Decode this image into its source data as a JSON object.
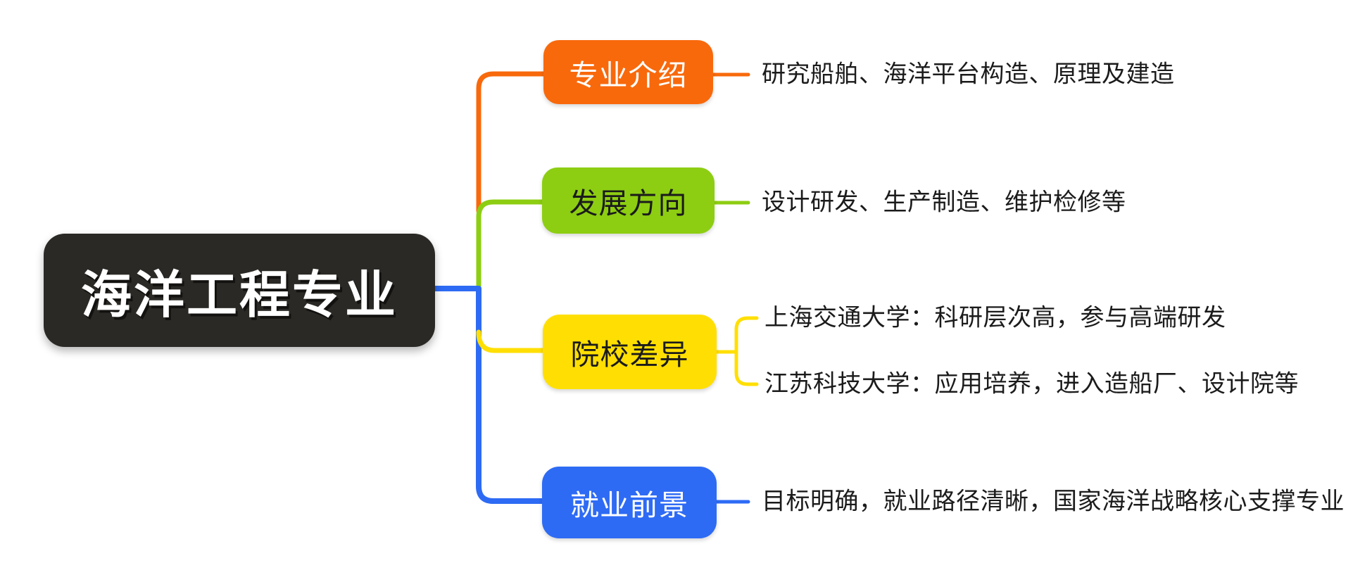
{
  "diagram": {
    "type": "mind-map",
    "root": {
      "label": "海洋工程专业"
    },
    "branches": [
      {
        "label": "专业介绍",
        "color_name": "orange",
        "text_color": "#FFFFFF",
        "description": "研究船舶、海洋平台构造、原理及建造"
      },
      {
        "label": "发展方向",
        "color_name": "green",
        "text_color": "#1B1B1B",
        "description": "设计研发、生产制造、维护检修等"
      },
      {
        "label": "院校差异",
        "color_name": "yellow",
        "text_color": "#1B1B1B",
        "children": [
          "上海交通大学：科研层次高，参与高端研发",
          "江苏科技大学：应用培养，进入造船厂、设计院等"
        ]
      },
      {
        "label": "就业前景",
        "color_name": "blue",
        "text_color": "#FFFFFF",
        "description": "目标明确，就业路径清晰，国家海洋战略核心支撑专业"
      }
    ]
  },
  "colors": {
    "background": "#FFFFFF",
    "root_bg": "#2B2925",
    "root_text": "#FFFFFF",
    "orange": "#F8690C",
    "green": "#8DCE12",
    "yellow": "#FFDF03",
    "blue": "#2E6BF4",
    "text_dark": "#1B1B1B"
  }
}
